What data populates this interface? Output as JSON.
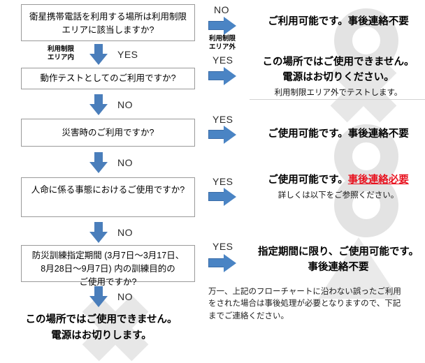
{
  "flow": {
    "boxes": [
      {
        "id": "q1",
        "lines": [
          "衛星携帯電話を利用する場所は利用制限",
          "エリアに該当しますか?"
        ]
      },
      {
        "id": "q2",
        "lines": [
          "動作テストとしてのご利用ですか?"
        ]
      },
      {
        "id": "q3",
        "lines": [
          "災害時のご利用ですか?"
        ]
      },
      {
        "id": "q4",
        "lines": [
          "人命に係る事態におけるご使用ですか?"
        ]
      },
      {
        "id": "q5",
        "lines": [
          "防災訓練指定期間 (3月7日〜3月17日、",
          "8月28日〜9月7日) 内の訓練目的の",
          "ご使用ですか?"
        ]
      }
    ],
    "down_labels": [
      "YES",
      "NO",
      "NO",
      "NO",
      "NO"
    ],
    "side_label": [
      "利用制限",
      "エリア内"
    ],
    "outcome": {
      "line1": "この場所ではご使用できません。",
      "line2": "電源はお切りします。"
    }
  },
  "branches": [
    {
      "id": "b1",
      "answer": "NO",
      "sub_label": [
        "利用制限",
        "エリア外"
      ],
      "big": [
        "ご利用可能です。事後連絡不要"
      ],
      "sub": []
    },
    {
      "id": "b2",
      "answer": "YES",
      "sub_label": [],
      "big": [
        "この場所ではご使用できません。",
        "電源はお切りください。"
      ],
      "sub": [
        "利用制限エリア外でテストします。"
      ]
    },
    {
      "id": "b3",
      "answer": "YES",
      "sub_label": [],
      "big": [
        "ご使用可能です。事後連絡不要"
      ],
      "sub": []
    },
    {
      "id": "b4",
      "answer": "YES",
      "sub_label": [],
      "big_prefix": "ご使用可能です。",
      "big_red": "事後連絡必要",
      "sub": [
        "詳しくは以下をご参照ください。"
      ]
    },
    {
      "id": "b5",
      "answer": "YES",
      "sub_label": [],
      "big": [
        "指定期間に限り、ご使用可能です。",
        "事後連絡不要"
      ],
      "sub": []
    }
  ],
  "footnote": {
    "lines": [
      "万一、上記のフローチャートに沿わない誤ったご利用",
      "をされた場合は事後処理が必要となりますので、下記",
      "までご連絡ください。"
    ]
  },
  "colors": {
    "arrow_blue": "#4a84c4",
    "arrow_down_blue": "#4a7ebb",
    "box_border": "#9a9a9a",
    "alert_red": "#e8111e",
    "separator": "#d2d2d2",
    "watermark": "#e5e5e5"
  }
}
